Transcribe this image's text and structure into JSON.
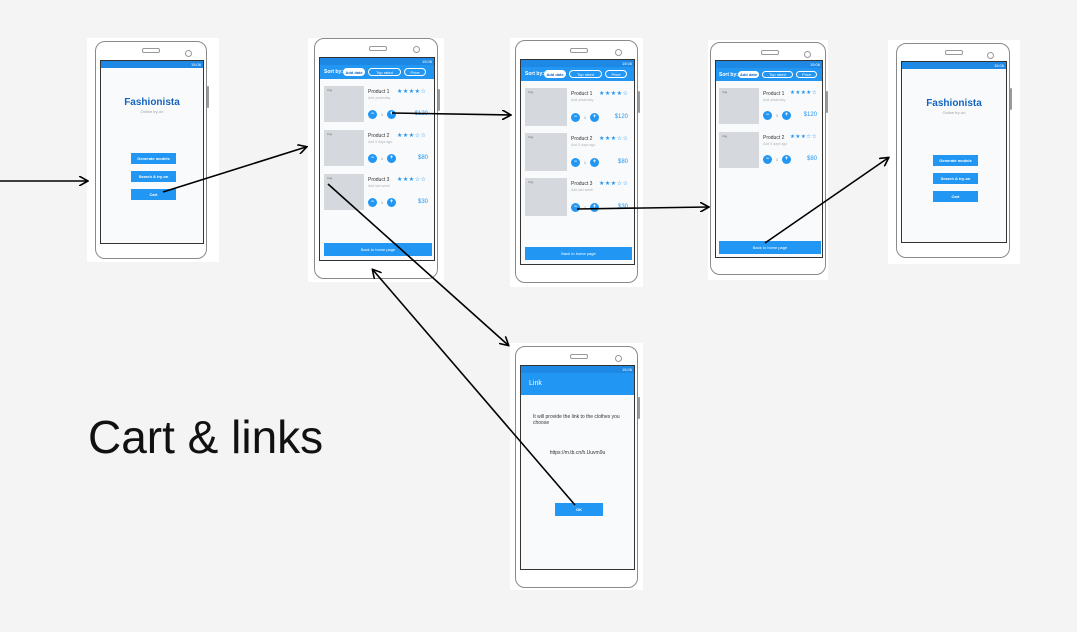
{
  "caption": "Cart & links",
  "status_time": "15:06",
  "home": {
    "title": "Fashionista",
    "subtitle": "Online try-on",
    "buttons": [
      "Generate models",
      "Search & try-on",
      "Cart"
    ]
  },
  "cart": {
    "sort_label": "Sort by:",
    "sort_options": [
      "Add date",
      "Top rated",
      "Price"
    ],
    "back_label": "Back to home page",
    "image_label": "Img",
    "products": [
      {
        "name": "Product 1",
        "stars": "★★★★☆",
        "date": "Add yesterday",
        "qty": "1",
        "price": "$120"
      },
      {
        "name": "Product 2",
        "stars": "★★★☆☆",
        "date": "Add 5 days ago",
        "qty": "1",
        "price": "$80"
      },
      {
        "name": "Product 3",
        "stars": "★★★☆☆",
        "date": "Add last week",
        "qty": "1",
        "price": "$30"
      }
    ],
    "minus": "−",
    "plus": "+"
  },
  "link_screen": {
    "title": "Link",
    "message": "It will provide the link to the clothes you choose",
    "url": "https://m.tb.cn/h.Uuvm9u",
    "button": "OK"
  }
}
